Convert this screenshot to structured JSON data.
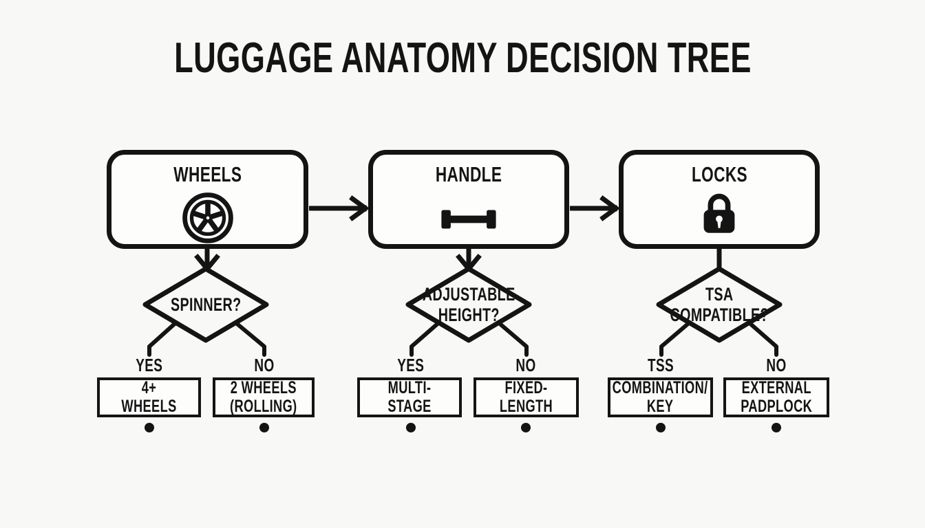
{
  "title": "LUGGAGE ANATOMY DECISION TREE",
  "columns": [
    {
      "node": "WHEELS",
      "icon": "wheel-icon",
      "question": "SPINNER?",
      "yes_label": "YES",
      "yes_result": "4+ WHEELS",
      "no_label": "NO",
      "no_result": "2 WHEELS\n(ROLLING)"
    },
    {
      "node": "HANDLE",
      "icon": "handle-icon",
      "question": "ADJUSTABLE\nHEIGHT?",
      "yes_label": "YES",
      "yes_result": "MULTI-STAGE",
      "no_label": "NO",
      "no_result": "FIXED-LENGTH"
    },
    {
      "node": "LOCKS",
      "icon": "lock-icon",
      "question": "TSA\nCOMPATIBLE?",
      "yes_label": "TSS",
      "yes_result": "COMBINATION/\nKEY",
      "no_label": "NO",
      "no_result": "EXTERNAL\nPADPLOCK"
    }
  ],
  "colors": {
    "ink": "#141414",
    "background": "#f8f8f6",
    "node_fill": "#fdfdfb"
  }
}
